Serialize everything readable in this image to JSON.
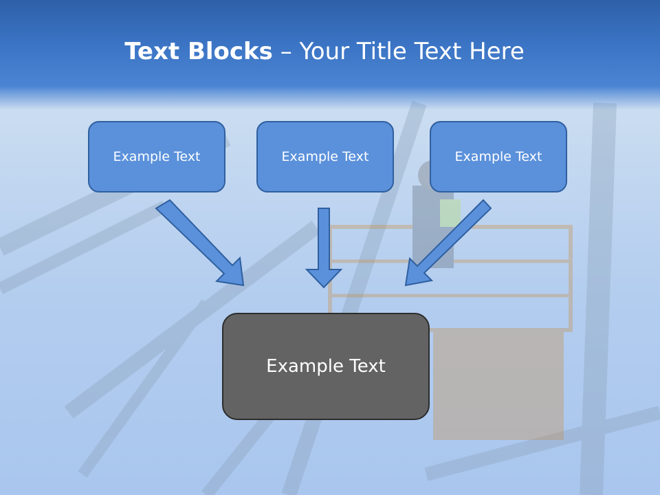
{
  "slide": {
    "title_bold": "Text Blocks",
    "title_dash": " – ",
    "title_rest": "Your Title Text Here",
    "blocks": [
      {
        "label": "Example Text"
      },
      {
        "label": "Example Text"
      },
      {
        "label": "Example Text"
      }
    ],
    "main_block": {
      "label": "Example Text"
    },
    "colors": {
      "header": "#3b74c4",
      "block_fill": "#5b91db",
      "block_border": "#2f5f9f",
      "main_fill": "#636363",
      "arrow_fill": "#5b91db"
    }
  }
}
